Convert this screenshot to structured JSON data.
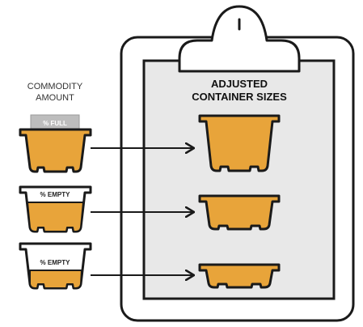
{
  "left_label": {
    "line1": "COMMODITY",
    "line2": "AMOUNT"
  },
  "clipboard": {
    "heading_line1": "ADJUSTED",
    "heading_line2": "CONTAINER SIZES"
  },
  "rows": [
    {
      "tag": "% FULL"
    },
    {
      "tag": "% EMPTY"
    },
    {
      "tag": "% EMPTY"
    }
  ],
  "colors": {
    "container_fill": "#e8a43a",
    "outline": "#1a1a1a",
    "clipboard_inner": "#e8e8e8",
    "full_tag": "#bdbdbd",
    "empty_tag": "#ffffff"
  }
}
